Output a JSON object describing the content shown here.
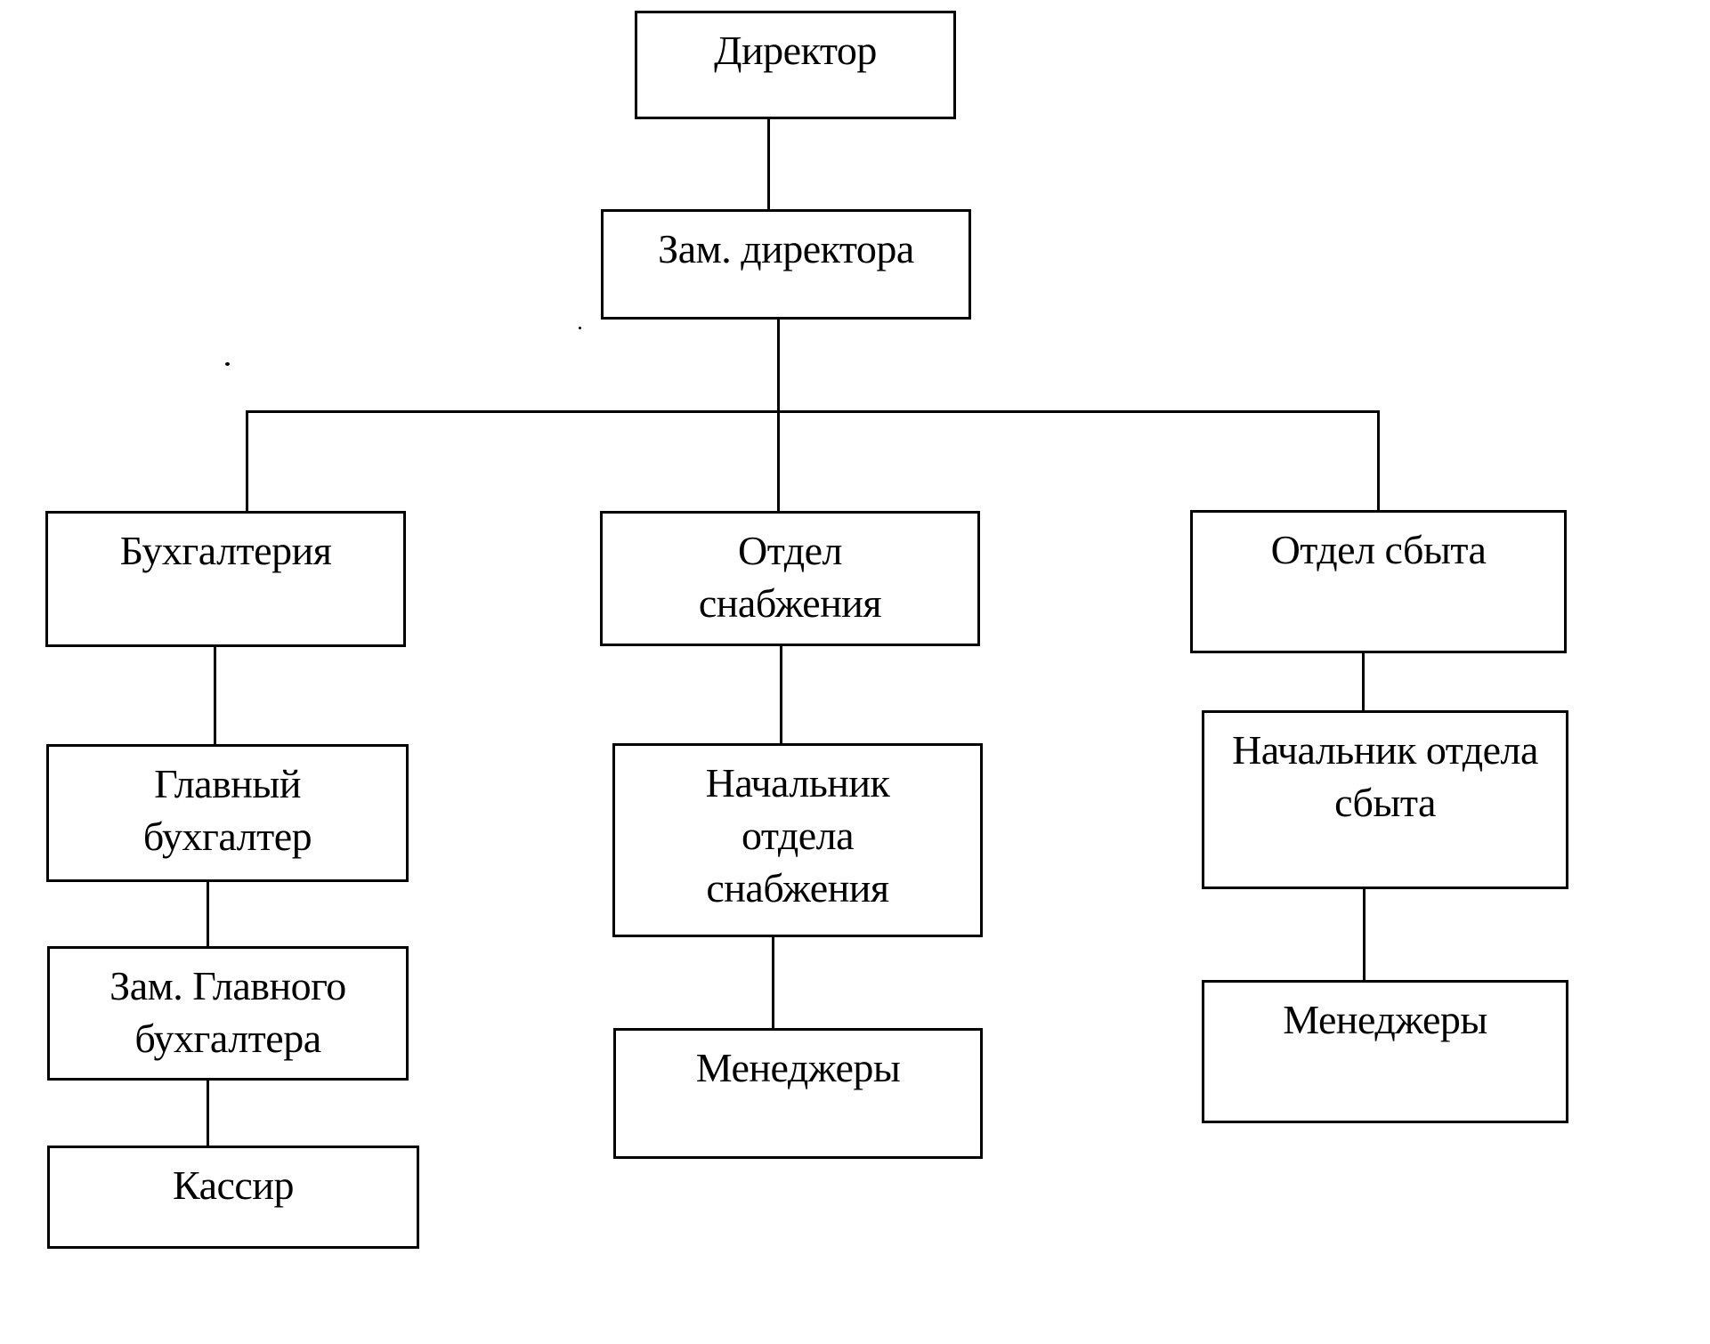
{
  "diagram": {
    "type": "org-chart",
    "nodes": {
      "director": {
        "lines": [
          "Директор"
        ]
      },
      "deputy_director": {
        "lines": [
          "Зам. директора"
        ]
      },
      "accounting": {
        "lines": [
          "Бухгалтерия"
        ]
      },
      "supply_dept": {
        "lines": [
          "Отдел",
          "снабжения"
        ]
      },
      "sales_dept": {
        "lines": [
          "Отдел сбыта"
        ]
      },
      "chief_accountant": {
        "lines": [
          "Главный",
          "бухгалтер"
        ]
      },
      "deputy_chief_accountant": {
        "lines": [
          "Зам. Главного",
          "бухгалтера"
        ]
      },
      "cashier": {
        "lines": [
          "Кассир"
        ]
      },
      "supply_head": {
        "lines": [
          "Начальник",
          "отдела",
          "снабжения"
        ]
      },
      "supply_managers": {
        "lines": [
          "Менеджеры"
        ]
      },
      "sales_head": {
        "lines": [
          "Начальник отдела",
          "сбыта"
        ]
      },
      "sales_managers": {
        "lines": [
          "Менеджеры"
        ]
      }
    },
    "edges": [
      [
        "director",
        "deputy_director"
      ],
      [
        "deputy_director",
        "accounting"
      ],
      [
        "deputy_director",
        "supply_dept"
      ],
      [
        "deputy_director",
        "sales_dept"
      ],
      [
        "accounting",
        "chief_accountant"
      ],
      [
        "chief_accountant",
        "deputy_chief_accountant"
      ],
      [
        "deputy_chief_accountant",
        "cashier"
      ],
      [
        "supply_dept",
        "supply_head"
      ],
      [
        "supply_head",
        "supply_managers"
      ],
      [
        "sales_dept",
        "sales_head"
      ],
      [
        "sales_head",
        "sales_managers"
      ]
    ]
  }
}
